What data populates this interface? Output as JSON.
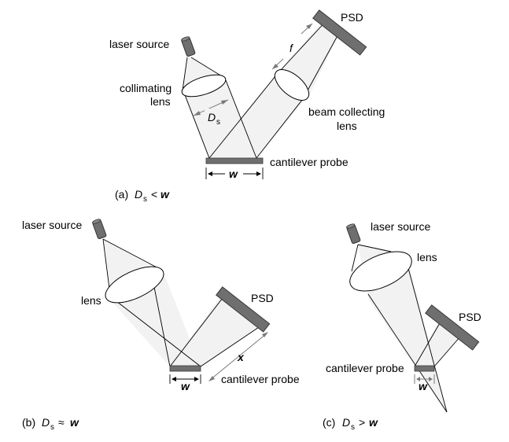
{
  "panel_a": {
    "laser_source": "laser source",
    "collimating": "collimating",
    "lens": "lens",
    "psd": "PSD",
    "f": "f",
    "D": "D",
    "s": "s",
    "beam_collecting": "beam collecting",
    "beam_lens": "lens",
    "cantilever_probe": "cantilever probe",
    "w": "w",
    "caption_prefix": "(a)",
    "caption_D": "D",
    "caption_s": "s",
    "caption_rel": "<",
    "caption_w": "w"
  },
  "panel_b": {
    "laser_source": "laser source",
    "lens": "lens",
    "psd": "PSD",
    "x": "x",
    "cantilever_probe": "cantilever probe",
    "w": "w",
    "caption_prefix": "(b)",
    "caption_D": "D",
    "caption_s": "s",
    "caption_rel": "≈",
    "caption_w": "w"
  },
  "panel_c": {
    "laser_source": "laser source",
    "lens": "lens",
    "psd": "PSD",
    "cantilever_probe": "cantilever probe",
    "w": "w",
    "caption_prefix": "(c)",
    "caption_D": "D",
    "caption_s": "s",
    "caption_rel": ">",
    "caption_w": "w"
  }
}
